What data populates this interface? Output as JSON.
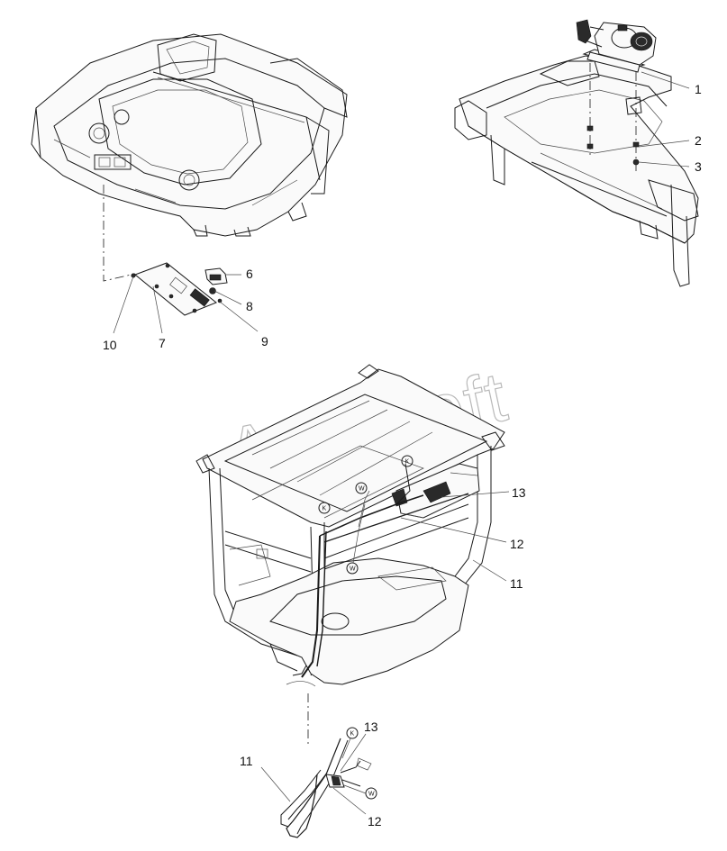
{
  "watermark": "AutoSoft",
  "callouts": [
    {
      "id": "c1",
      "text": "1"
    },
    {
      "id": "c2",
      "text": "2"
    },
    {
      "id": "c3",
      "text": "3"
    },
    {
      "id": "c6",
      "text": "6"
    },
    {
      "id": "c8",
      "text": "8"
    },
    {
      "id": "c9",
      "text": "9"
    },
    {
      "id": "c10",
      "text": "10"
    },
    {
      "id": "c7",
      "text": "7"
    },
    {
      "id": "c13a",
      "text": "13"
    },
    {
      "id": "c12a",
      "text": "12"
    },
    {
      "id": "c11a",
      "text": "11"
    },
    {
      "id": "c13b",
      "text": "13"
    },
    {
      "id": "c11b",
      "text": "11"
    },
    {
      "id": "c12b",
      "text": "12"
    }
  ],
  "connector_tags": {
    "k": "K",
    "w": "W"
  }
}
